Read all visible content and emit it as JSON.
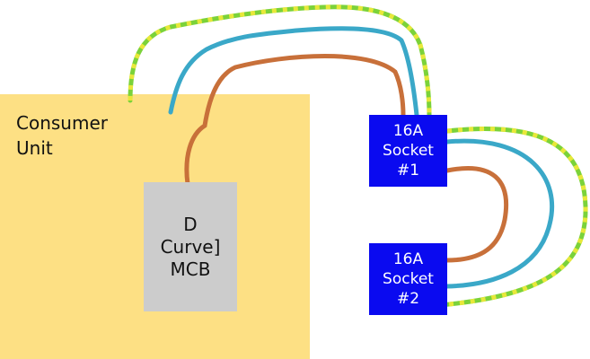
{
  "consumer_unit": {
    "label_line1": "Consumer",
    "label_line2": "Unit",
    "color": "#fde084"
  },
  "mcb": {
    "line1": "D",
    "line2": "Curve]",
    "line3": "MCB",
    "color": "#cccccc"
  },
  "sockets": [
    {
      "line1": "16A",
      "line2": "Socket",
      "line3": "#1"
    },
    {
      "line1": "16A",
      "line2": "Socket",
      "line3": "#2"
    }
  ],
  "wire_colors": {
    "live": "#c8703a",
    "neutral": "#3aa8c8",
    "earth_green": "#7bd23a",
    "earth_yellow": "#e8e83a"
  },
  "socket_color": "#0a0af0"
}
